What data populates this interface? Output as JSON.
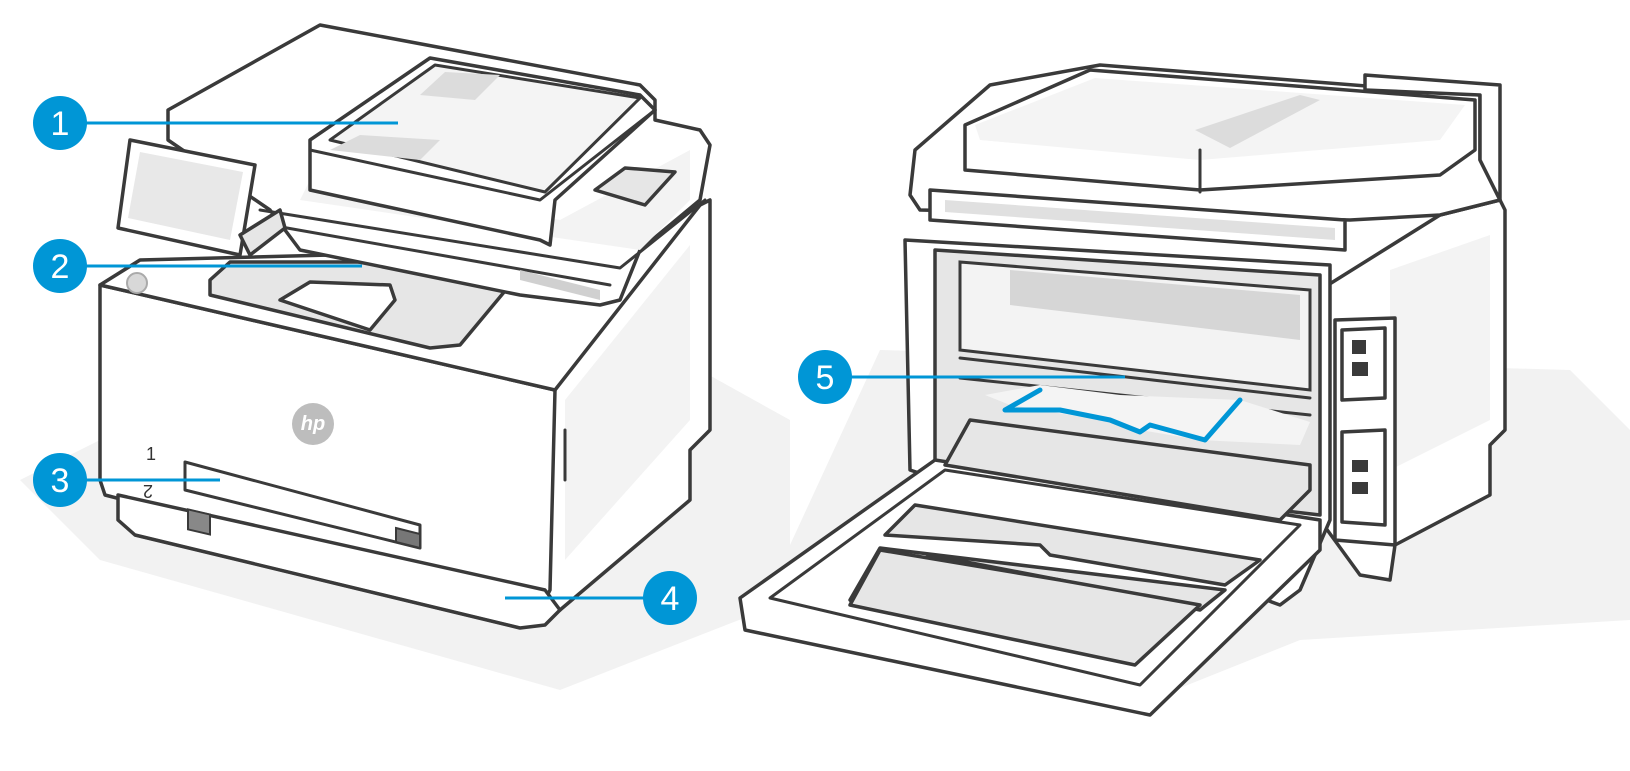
{
  "brand": {
    "logo_text": "hp"
  },
  "callouts": [
    {
      "id": "1",
      "label": "1"
    },
    {
      "id": "2",
      "label": "2"
    },
    {
      "id": "3",
      "label": "3"
    },
    {
      "id": "4",
      "label": "4"
    },
    {
      "id": "5",
      "label": "5"
    }
  ],
  "tray_markers": {
    "first": "1",
    "second": "2"
  },
  "colors": {
    "callout_fill": "#0096D6",
    "leader_line": "#0096D6",
    "paper_jam_highlight": "#0096D6",
    "printer_outline": "#3a3a3a",
    "printer_body": "#ffffff",
    "printer_shade": "#e3e3e3",
    "floor_shadow": "#f2f2f2"
  },
  "icons": {
    "front_view": "printer-front-icon",
    "rear_view": "printer-rear-icon",
    "usb_port": "usb-icon",
    "ethernet_port": "ethernet-icon",
    "fax_line_port": "fax-line-icon",
    "phone_port": "phone-icon"
  }
}
